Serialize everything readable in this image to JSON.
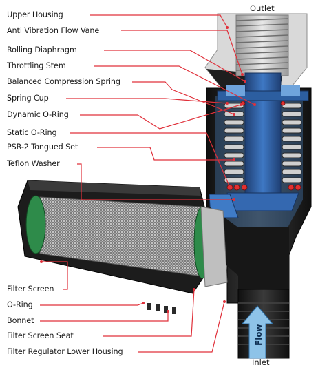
{
  "labels": {
    "upper_housing": "Upper Housing",
    "anti_vibration_flow_vane": "Anti Vibration Flow Vane",
    "rolling_diaphragm": "Rolling Diaphragm",
    "throttling_stem": "Throttling Stem",
    "balanced_compression_spring": "Balanced Compression Spring",
    "spring_cup": "Spring Cup",
    "dynamic_o_ring": "Dynamic O-Ring",
    "static_o_ring": "Static O-Ring",
    "psr2_tongued_set": "PSR-2 Tongued Set",
    "teflon_washer": "Teflon Washer",
    "filter_screen": "Filter Screen",
    "o_ring": "O-Ring",
    "bonnet": "Bonnet",
    "filter_screen_seat": "Filter Screen Seat",
    "filter_regulator_lower_housing": "Filter Regulator Lower Housing"
  },
  "ends": {
    "outlet": "Outlet",
    "inlet": "Inlet"
  },
  "flow_arrow": {
    "text": "Flow"
  },
  "colors": {
    "leader_line": "#e0303a",
    "housing": "#1c1c1c",
    "stem_blue": "#2f62a8",
    "filter_green": "#2e8b4a",
    "flow_arrow": "#8ec3e8"
  }
}
